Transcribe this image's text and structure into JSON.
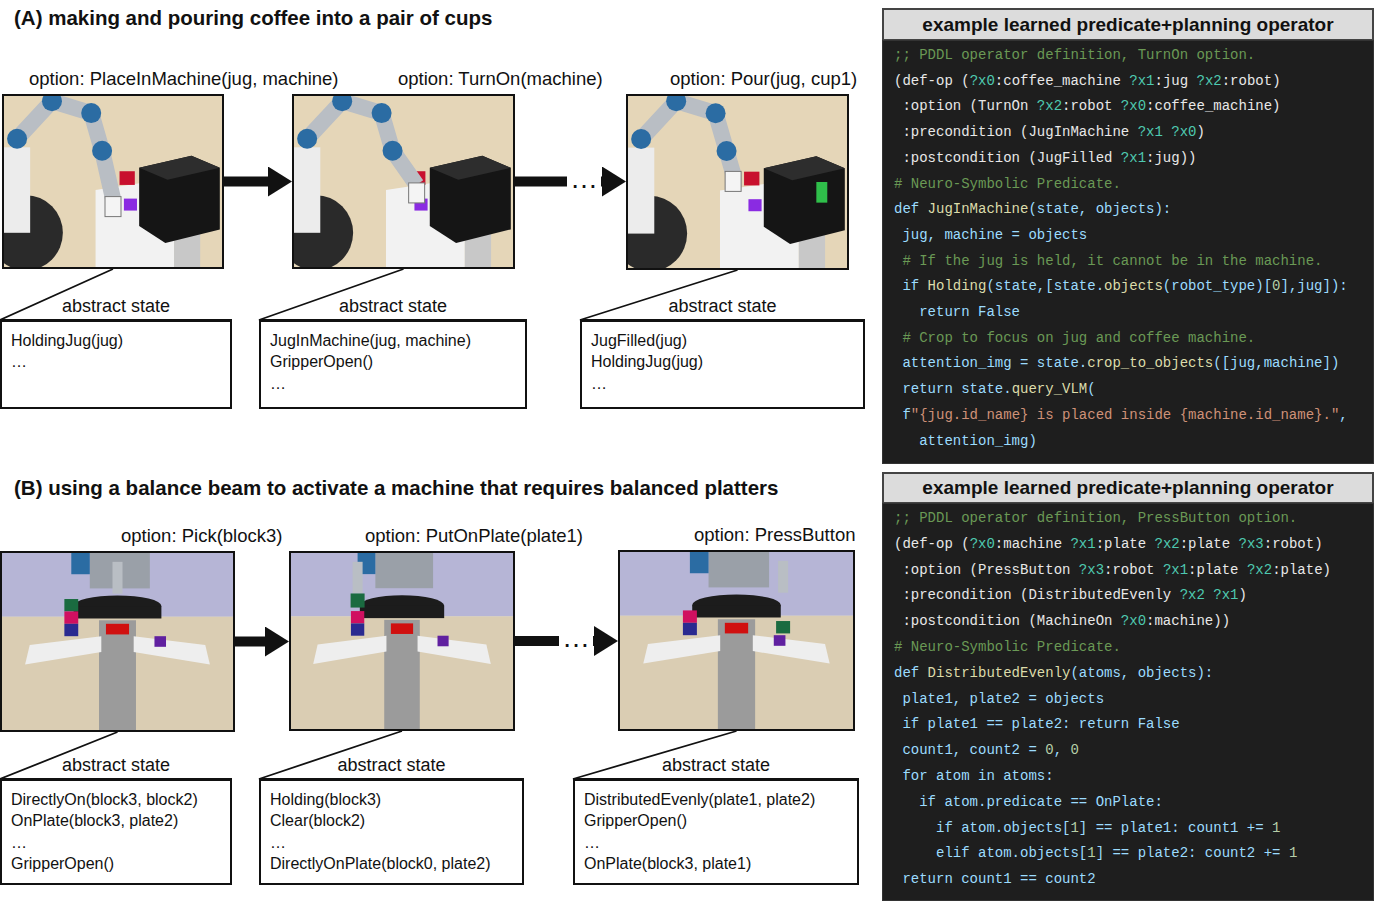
{
  "diagram": {
    "nodes": [
      {
        "text": [
          "option: PlaceInMachine(jug, machine)"
        ]
      },
      {
        "text": [
          "option: TurnOn(machine)"
        ]
      },
      {
        "text": [
          "option: Pour(jug, cup1)"
        ]
      },
      {
        "text": [
          "abstract state",
          "HoldingJug(jug)",
          "…"
        ]
      },
      {
        "text": [
          "abstract state",
          "JugInMachine(jug, machine)",
          "GripperOpen()",
          "…"
        ]
      },
      {
        "text": [
          "abstract state",
          "JugFilled(jug)",
          "HoldingJug(jug)",
          "…"
        ]
      },
      {
        "text": [
          "example learned predicate+planning operator"
        ]
      },
      {
        "text": [
          ";; PDDL operator definition, TurnOn option.",
          "(def-op (?x0:coffee_machine ?x1:jug ?x2:robot)",
          " :option (TurnOn ?x2:robot ?x0:coffee_machine)",
          " :precondition (JugInMachine ?x1 ?x0)",
          " :postcondition (JugFilled ?x1:jug))",
          "# Neuro-Symbolic Predicate.",
          "def JugInMachine(state, objects):",
          " jug, machine = objects",
          " # If the jug is held, it cannot be in the machine.",
          " if Holding(state,[state.objects(robot_type)[0],jug]):",
          "   return False",
          " # Crop to focus on jug and coffee machine.",
          " attention_img = state.crop_to_objects([jug,machine])",
          " return state.query_VLM(",
          " f\"{jug.id_name} is placed inside {machine.id_name}.\",",
          "   attention_img)"
        ]
      },
      {
        "text": [
          "option: Pick(block3)"
        ]
      },
      {
        "text": [
          "option: PutOnPlate(plate1)"
        ]
      },
      {
        "text": [
          "option: PressButton"
        ]
      },
      {
        "text": [
          "abstract state",
          "DirectlyOn(block3, block2)",
          "OnPlate(block3, plate2)",
          "…",
          "GripperOpen()"
        ]
      },
      {
        "text": [
          "abstract state",
          "Holding(block3)",
          "Clear(block2)",
          "…",
          "DirectlyOnPlate(block0, plate2)"
        ]
      },
      {
        "text": [
          "abstract state",
          "DistributedEvenly(plate1, plate2)",
          "GripperOpen()",
          "…",
          "OnPlate(block3, plate1)"
        ]
      },
      {
        "text": [
          "example learned predicate+planning operator"
        ]
      },
      {
        "text": [
          ";; PDDL operator definition, PressButton option.",
          "(def-op (?x0:machine ?x1:plate ?x2:plate ?x3:robot)",
          " :option (PressButton ?x3:robot ?x1:plate ?x2:plate)",
          " :precondition (DistributedEvenly ?x2 ?x1)",
          " :postcondition (MachineOn ?x0:machine))",
          "# Neuro-Symbolic Predicate.",
          "def DistributedEvenly(atoms, objects):",
          " plate1, plate2 = objects",
          " if plate1 == plate2: return False",
          " count1, count2 = 0, 0",
          " for atom in atoms:",
          "   if atom.predicate == OnPlate:",
          "     if atom.objects[1] == plate1: count1 += 1",
          "     elif atom.objects[1] == plate2: count2 += 1",
          " return count1 == count2"
        ]
      }
    ],
    "edges": [
      {
        "from": 0,
        "to": 1,
        "arrow": "to"
      },
      {
        "from": 1,
        "to": 2,
        "arrow": "to",
        "label": "…"
      },
      {
        "from": 0,
        "to": 3,
        "arrow": "none"
      },
      {
        "from": 1,
        "to": 4,
        "arrow": "none"
      },
      {
        "from": 2,
        "to": 5,
        "arrow": "none"
      },
      {
        "from": 8,
        "to": 9,
        "arrow": "to"
      },
      {
        "from": 9,
        "to": 10,
        "arrow": "to",
        "label": "…"
      },
      {
        "from": 8,
        "to": 11,
        "arrow": "none"
      },
      {
        "from": 9,
        "to": 12,
        "arrow": "none"
      },
      {
        "from": 10,
        "to": 13,
        "arrow": "none"
      }
    ],
    "labels": [
      "(A) making and pouring coffee into a pair of cups",
      "(B) using a balance beam to activate a machine that requires balanced platters"
    ]
  }
}
